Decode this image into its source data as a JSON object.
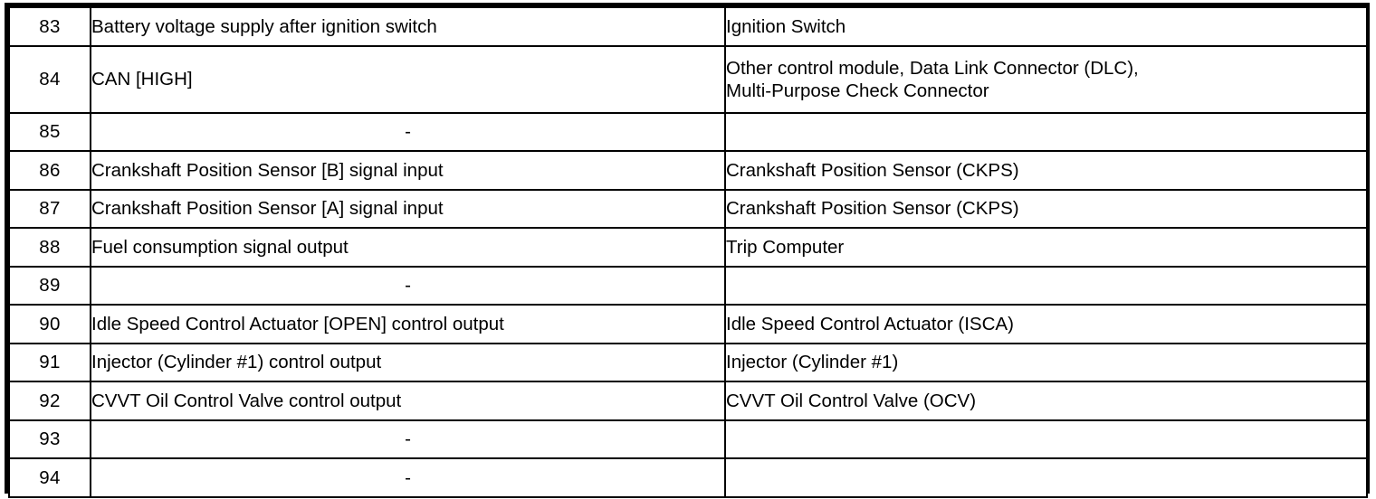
{
  "table": {
    "name": "ecm-pin-assignment-table",
    "columns": [
      {
        "key": "pin",
        "header": ""
      },
      {
        "key": "description",
        "header": ""
      },
      {
        "key": "connected_to",
        "header": ""
      }
    ],
    "rows": [
      {
        "pin": "83",
        "description": [
          "Battery voltage supply after ignition switch"
        ],
        "connected_to": [
          "Ignition Switch"
        ]
      },
      {
        "pin": "84",
        "description": [
          "CAN [HIGH]"
        ],
        "connected_to": [
          "Other control module, Data Link Connector (DLC),",
          "Multi-Purpose Check Connector"
        ]
      },
      {
        "pin": "85",
        "description": [
          "-"
        ],
        "connected_to": [
          ""
        ]
      },
      {
        "pin": "86",
        "description": [
          "Crankshaft Position Sensor [B] signal input"
        ],
        "connected_to": [
          "Crankshaft Position Sensor (CKPS)"
        ]
      },
      {
        "pin": "87",
        "description": [
          "Crankshaft Position Sensor [A] signal input"
        ],
        "connected_to": [
          "Crankshaft Position Sensor (CKPS)"
        ]
      },
      {
        "pin": "88",
        "description": [
          "Fuel consumption signal output"
        ],
        "connected_to": [
          "Trip Computer"
        ]
      },
      {
        "pin": "89",
        "description": [
          "-"
        ],
        "connected_to": [
          ""
        ]
      },
      {
        "pin": "90",
        "description": [
          "Idle Speed Control Actuator [OPEN] control output"
        ],
        "connected_to": [
          "Idle Speed Control Actuator (ISCA)"
        ]
      },
      {
        "pin": "91",
        "description": [
          "Injector (Cylinder #1) control output"
        ],
        "connected_to": [
          "Injector (Cylinder #1)"
        ]
      },
      {
        "pin": "92",
        "description": [
          "CVVT Oil Control Valve control output"
        ],
        "connected_to": [
          "CVVT Oil Control Valve (OCV)"
        ]
      },
      {
        "pin": "93",
        "description": [
          "-"
        ],
        "connected_to": [
          ""
        ]
      },
      {
        "pin": "94",
        "description": [
          "-"
        ],
        "connected_to": [
          ""
        ]
      }
    ]
  },
  "style": {
    "border_color": "#000000",
    "text_color": "#000000",
    "background": "#ffffff"
  }
}
